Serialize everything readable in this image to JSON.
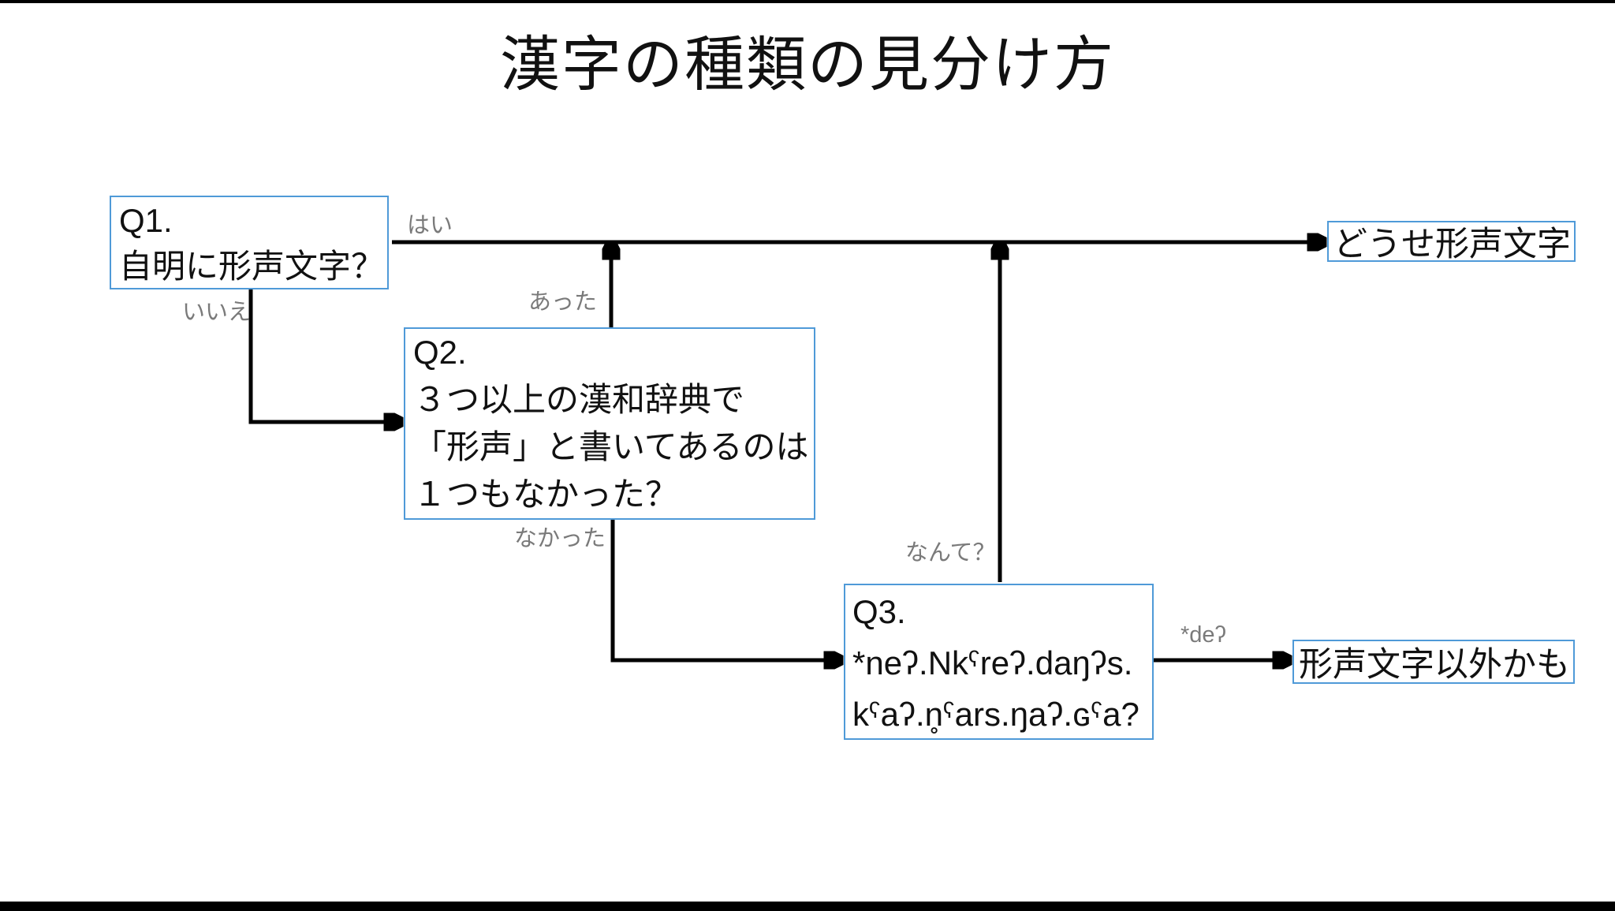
{
  "title": "漢字の種類の見分け方",
  "accent_color": "#4f9ad8",
  "text_color": "#111111",
  "label_color": "#7a7a7a",
  "nodes": {
    "q1": {
      "lines": [
        "Q1.",
        "自明に形声文字？"
      ]
    },
    "q2": {
      "lines": [
        "Q2.",
        "３つ以上の漢和辞典で",
        "「形声」と書いてあるのは",
        "１つもなかった？"
      ]
    },
    "q3": {
      "lines": [
        "Q3.",
        "*neʔ.Nkˤreʔ.daŋʔs.",
        "kˤaʔ.n̥ˤars.ŋaʔ.ɢˤa?"
      ]
    },
    "result_yes": {
      "label": "どうせ形声文字"
    },
    "result_maybe": {
      "label": "形声文字以外かも"
    }
  },
  "edges": {
    "yes": {
      "label": "はい"
    },
    "no": {
      "label": "いいえ"
    },
    "found": {
      "label": "あった"
    },
    "not_found": {
      "label": "なかった"
    },
    "what": {
      "label": "なんて？"
    },
    "de": {
      "label": "*deʔ"
    }
  }
}
